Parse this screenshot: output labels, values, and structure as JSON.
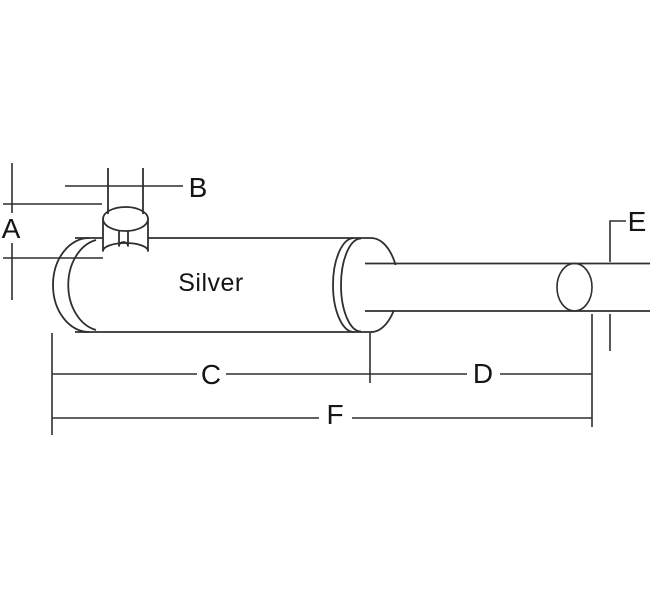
{
  "diagram": {
    "body_label": "Silver",
    "dim_labels": {
      "a": "A",
      "b": "B",
      "c": "C",
      "d": "D",
      "e": "E",
      "f": "F"
    },
    "colors": {
      "background": "#ffffff",
      "line": "#2f2f2f",
      "text": "#151515"
    }
  }
}
